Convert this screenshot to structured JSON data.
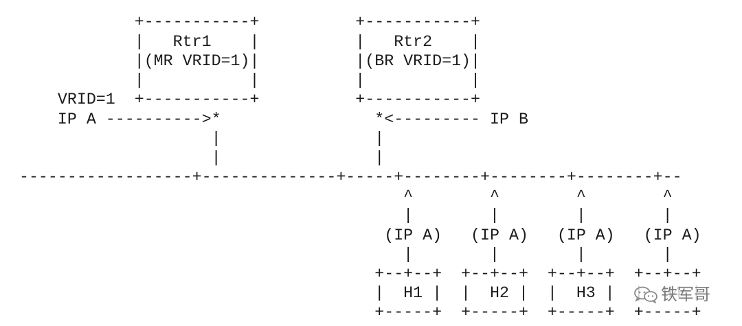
{
  "diagram": {
    "lines": [
      "              +-----------+          +-----------+",
      "              |   Rtr1    |          |   Rtr2    |",
      "              |(MR VRID=1)|          |(BR VRID=1)|",
      "              |           |          |           |",
      "      VRID=1  +-----------+          +-----------+",
      "      IP A ---------->*                *<--------- IP B",
      "                      |                |",
      "                      |                |",
      "  ------------------+--------------+-----+--------+--------+--------+--",
      "                                          ^        ^        ^        ^",
      "                                          |        |        |        |",
      "                                        (IP A)   (IP A)   (IP A)   (IP A)",
      "                                          |        |        |        |",
      "                                       +--+--+  +--+--+  +--+--+  +--+--+",
      "                                       |  H1 |  |  H2 |  |  H3 |  |  H4 |",
      "                                       +-----+  +-----+  +-----+  +-----+"
    ]
  },
  "watermark": {
    "text": "铁军哥",
    "icon": "wechat-icon"
  }
}
